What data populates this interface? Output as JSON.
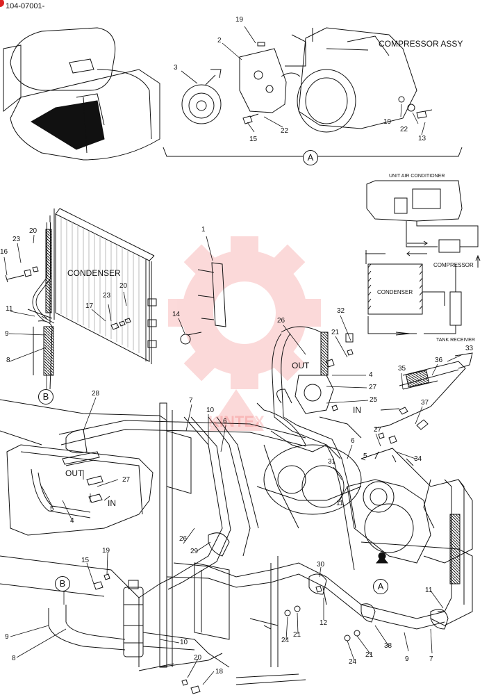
{
  "header": {
    "code": "104-07001-"
  },
  "titles": {
    "compressor_assy": "COMPRESSOR ASSY",
    "condenser_main": "CONDENSER",
    "schematic_unit": "UNIT AIR CONDITIONER",
    "schematic_compressor": "COMPRESSOR",
    "schematic_condenser": "CONDENSER",
    "schematic_receiver": "TANK RECEIVER"
  },
  "flow": {
    "out_top": "OUT",
    "in_top": "IN",
    "out_left": "OUT",
    "in_left": "IN"
  },
  "refs": {
    "a_top": "A",
    "a_bottom": "A",
    "b_left": "B",
    "b_bottom": "B"
  },
  "watermark": "KINTEX",
  "parts": {
    "p19a": "19",
    "p2": "2",
    "p3": "3",
    "p15a": "15",
    "p22a": "22",
    "p19b": "19",
    "p22b": "22",
    "p13": "13",
    "p1": "1",
    "p20a": "20",
    "p23a": "23",
    "p16": "16",
    "p20b": "20",
    "p23b": "23",
    "p17": "17",
    "p14": "14",
    "p11a": "11",
    "p9a": "9",
    "p8a": "8",
    "p32": "32",
    "p26a": "26",
    "p21a": "21",
    "p4a": "4",
    "p27a": "27",
    "p25": "25",
    "p33": "33",
    "p36": "36",
    "p35": "35",
    "p37": "37",
    "p28": "28",
    "p7a": "7",
    "p10a": "10",
    "p6a": "6",
    "p6b": "6",
    "p5a": "5",
    "p27b": "27",
    "p34": "34",
    "p27c": "27",
    "p5b": "5",
    "p4b": "4",
    "p31": "31",
    "p11b": "11",
    "p26b": "26",
    "p29": "29",
    "p15b": "15",
    "p19c": "19",
    "p30": "30",
    "p12": "12",
    "p11c": "11",
    "p24a": "24",
    "p21b": "21",
    "p9b": "9",
    "p8b": "8",
    "p10b": "10",
    "p20c": "20",
    "p18": "18",
    "p24b": "24",
    "p21c": "21",
    "p38": "38",
    "p9c": "9",
    "p7b": "7"
  }
}
